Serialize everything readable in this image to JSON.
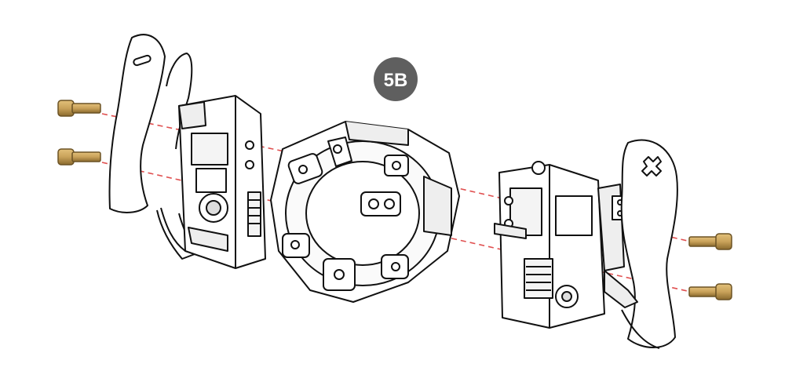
{
  "step_badge": {
    "label": "5B",
    "fill": "#5f5f5f",
    "text_color": "#ffffff"
  },
  "colors": {
    "line": "#111111",
    "part_fill": "#ffffff",
    "screw": "#c9a25a",
    "screw_dark": "#8a6a2e",
    "guide": "#e05050"
  },
  "parts": {
    "left_paddle": "paddle-left",
    "left_shifter": "shifter-module-left",
    "hub": "central-hub",
    "right_shifter": "shifter-module-right",
    "right_paddle": "paddle-right",
    "screws": [
      "screw-left-upper",
      "screw-left-lower",
      "screw-right-upper",
      "screw-right-lower"
    ]
  }
}
